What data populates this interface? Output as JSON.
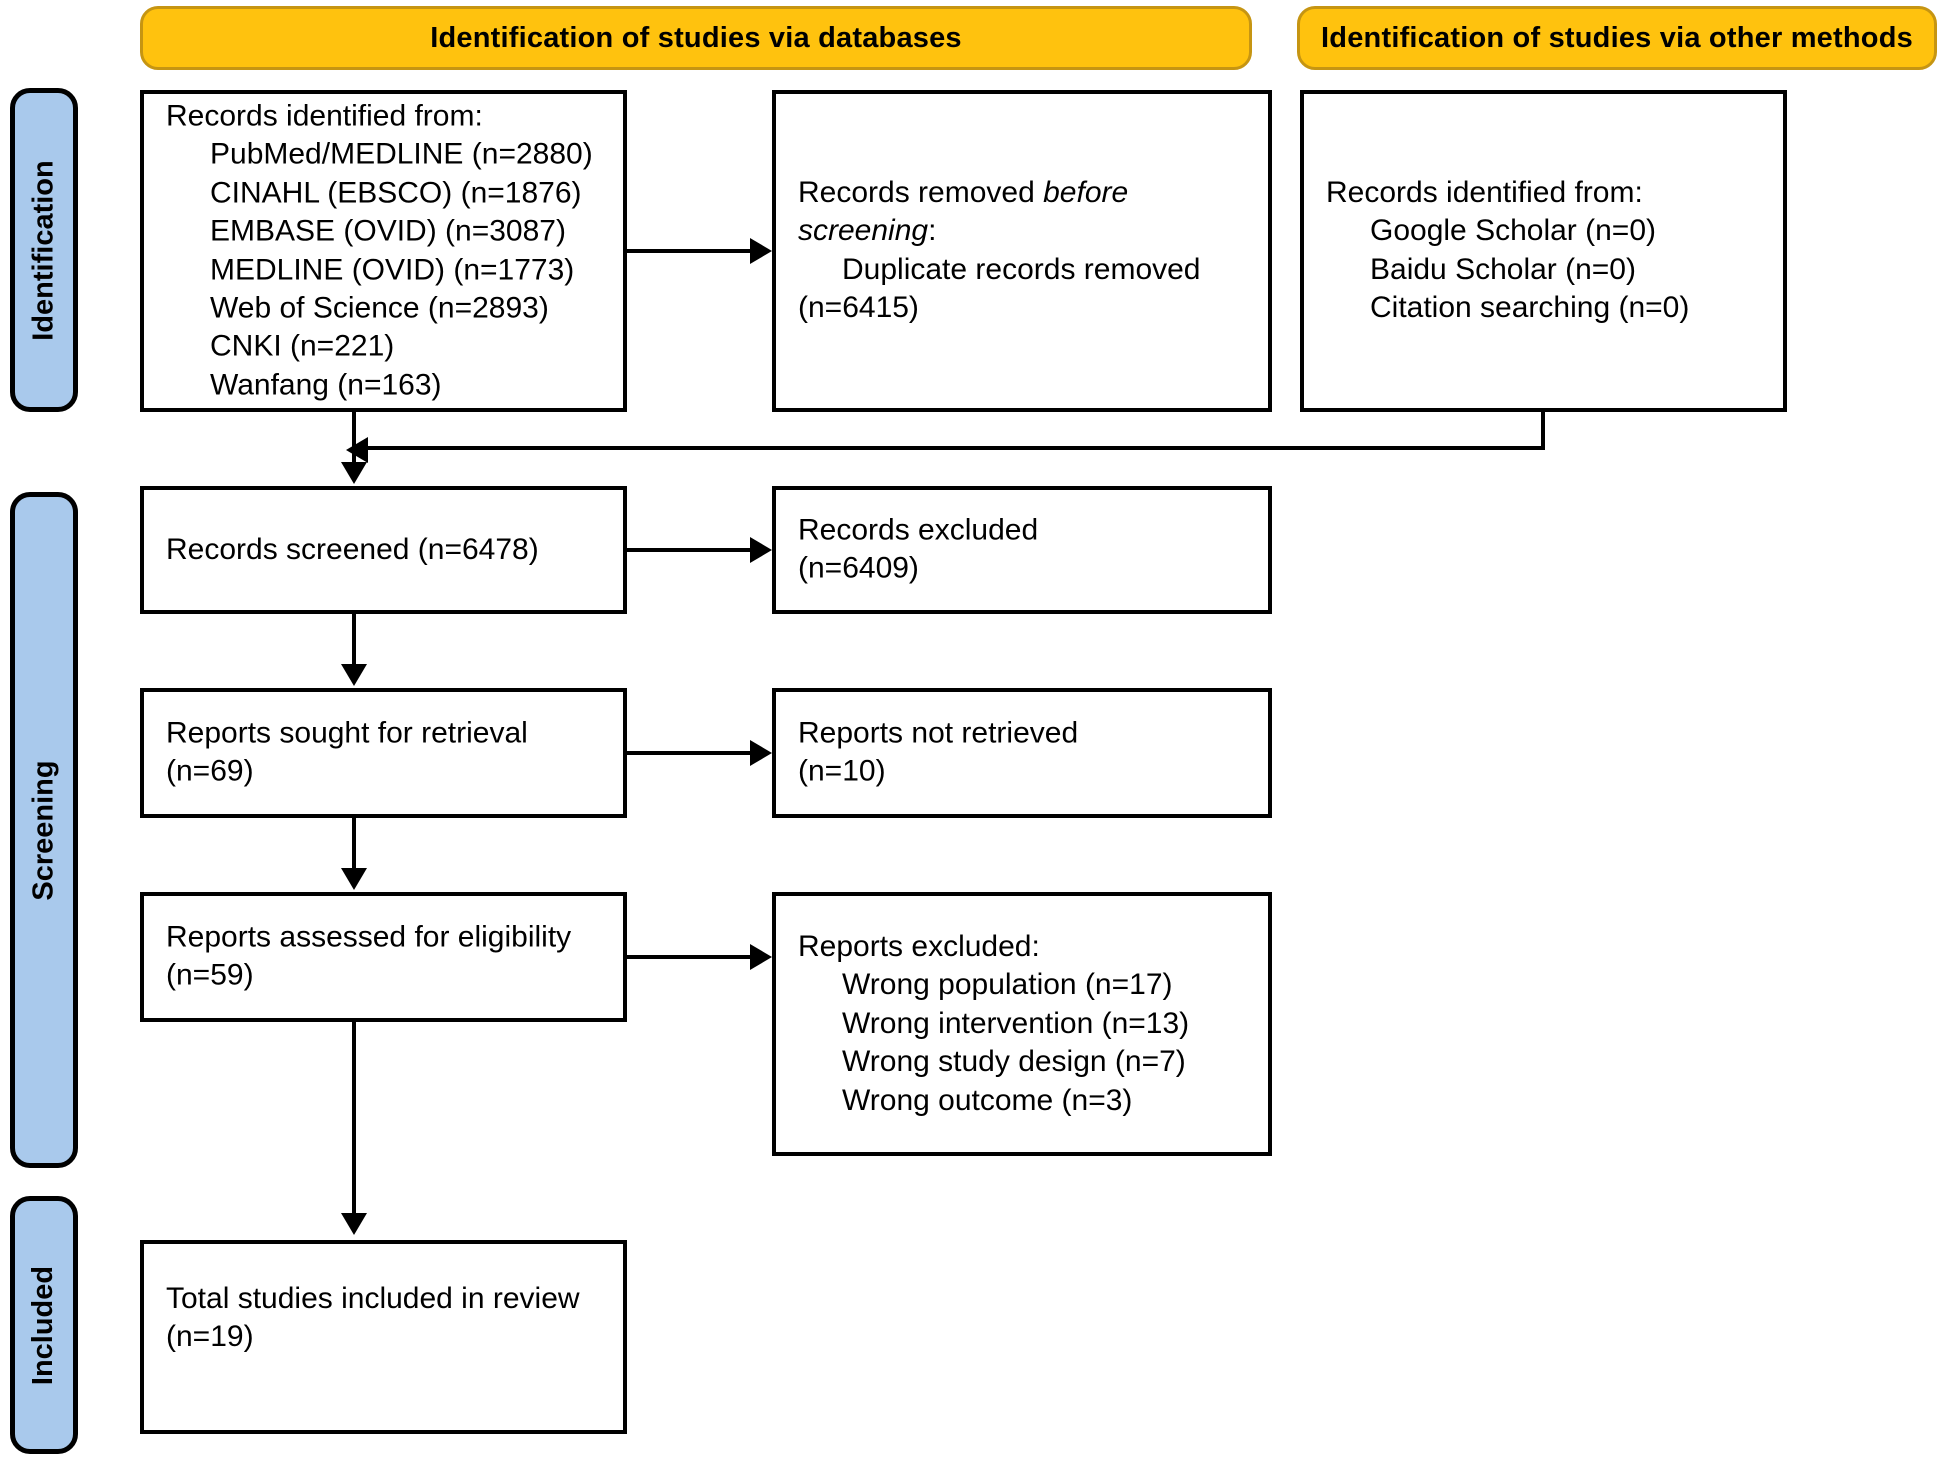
{
  "banners": [
    {
      "id": "databases",
      "label": "Identification of studies via databases"
    },
    {
      "id": "other-methods",
      "label": "Identification of studies via other methods"
    }
  ],
  "stages": [
    {
      "id": "identification",
      "label": "Identification"
    },
    {
      "id": "screening",
      "label": "Screening"
    },
    {
      "id": "included",
      "label": "Included"
    }
  ],
  "boxes": {
    "records_identified_db": {
      "heading": "Records identified from:",
      "items": [
        "PubMed/MEDLINE (n=2880)",
        "CINAHL (EBSCO) (n=1876)",
        "EMBASE (OVID) (n=3087)",
        "MEDLINE (OVID) (n=1773)",
        "Web of Science (n=2893)",
        "CNKI (n=221)",
        "Wanfang (n=163)"
      ]
    },
    "records_removed": {
      "heading_plain": "Records removed ",
      "heading_italic": "before screening",
      "heading_colon": ":",
      "items": [
        "Duplicate records removed",
        "(n=6415)"
      ]
    },
    "records_identified_other": {
      "heading": "Records identified from:",
      "items": [
        "Google Scholar (n=0)",
        "Baidu Scholar (n=0)",
        "Citation searching (n=0)"
      ]
    },
    "records_screened": {
      "lines": [
        "Records screened (n=6478)"
      ]
    },
    "records_excluded": {
      "lines": [
        "Records excluded",
        "(n=6409)"
      ]
    },
    "reports_sought": {
      "lines": [
        "Reports sought for retrieval",
        "(n=69)"
      ]
    },
    "reports_not_retrieved": {
      "lines": [
        "Reports not retrieved",
        "(n=10)"
      ]
    },
    "reports_assessed": {
      "lines": [
        "Reports assessed for eligibility",
        "(n=59)"
      ]
    },
    "reports_excluded": {
      "heading": "Reports excluded:",
      "items": [
        "Wrong population (n=17)",
        "Wrong intervention (n=13)",
        "Wrong study design (n=7)",
        "Wrong outcome (n=3)"
      ]
    },
    "total_included": {
      "lines": [
        "Total studies included in review",
        "(n=19)"
      ]
    }
  },
  "colors": {
    "banner_fill": "#FFC20E",
    "banner_border": "#C69512",
    "stage_fill": "#A9C9EC",
    "line": "#000000",
    "box_fill": "#FFFFFF"
  }
}
